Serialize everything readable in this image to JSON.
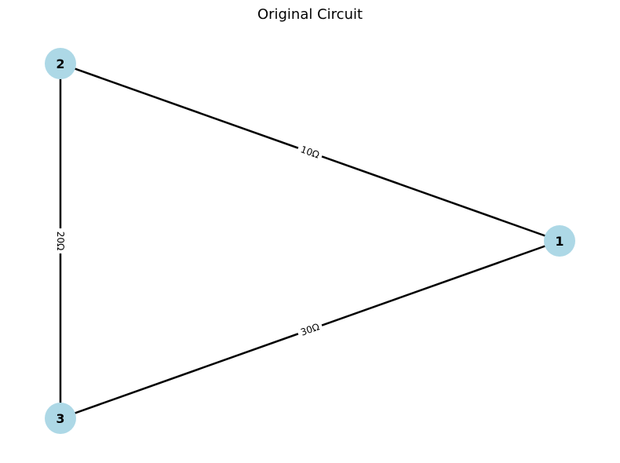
{
  "title": "Original Circuit",
  "colors": {
    "node_fill": "#add8e6",
    "edge_stroke": "#000000",
    "background": "#ffffff"
  },
  "nodes": [
    {
      "id": "1",
      "label": "1"
    },
    {
      "id": "2",
      "label": "2"
    },
    {
      "id": "3",
      "label": "3"
    }
  ],
  "edges": [
    {
      "from": "2",
      "to": "1",
      "label": "10Ω"
    },
    {
      "from": "2",
      "to": "3",
      "label": "20Ω"
    },
    {
      "from": "3",
      "to": "1",
      "label": "30Ω"
    }
  ]
}
